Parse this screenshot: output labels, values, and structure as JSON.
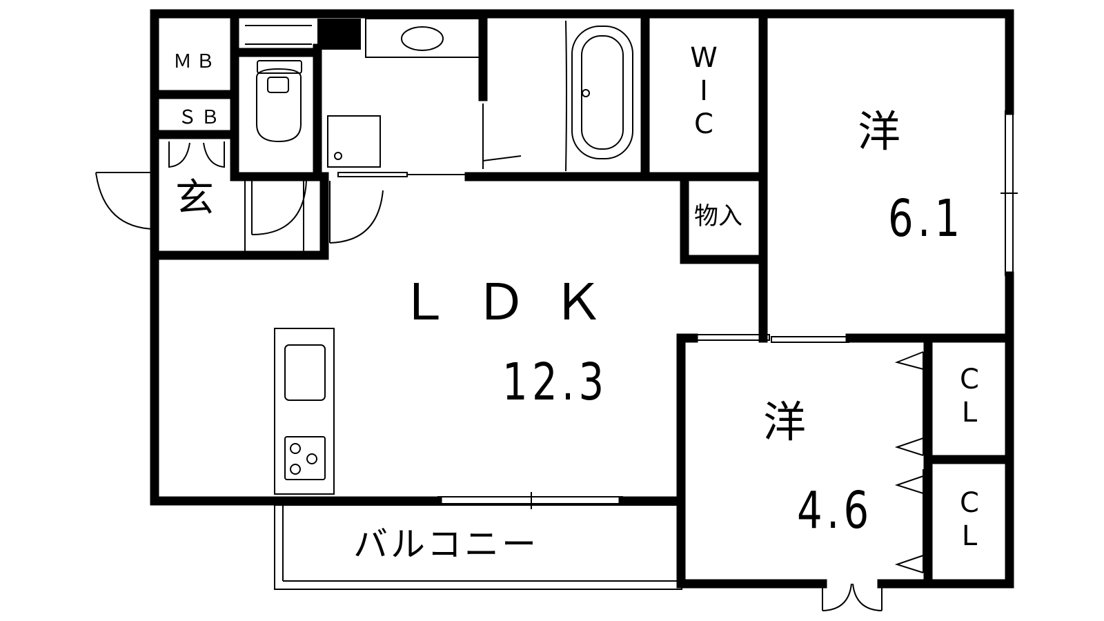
{
  "rooms": {
    "mb": "ＭＢ",
    "sb": "ＳＢ",
    "genkan": "玄",
    "wic": "W\nI\nC",
    "storage": "物入",
    "ldk_label": "ＬＤＫ",
    "ldk_size": "12.3",
    "bedroom1_label": "洋",
    "bedroom1_size": "6.1",
    "bedroom2_label": "洋",
    "bedroom2_size": "4.6",
    "closet1": "C\nL",
    "closet2": "C\nL",
    "balcony": "バルコニー"
  },
  "colors": {
    "wall": "#000000",
    "background": "#ffffff",
    "fixture_line": "#000000"
  }
}
